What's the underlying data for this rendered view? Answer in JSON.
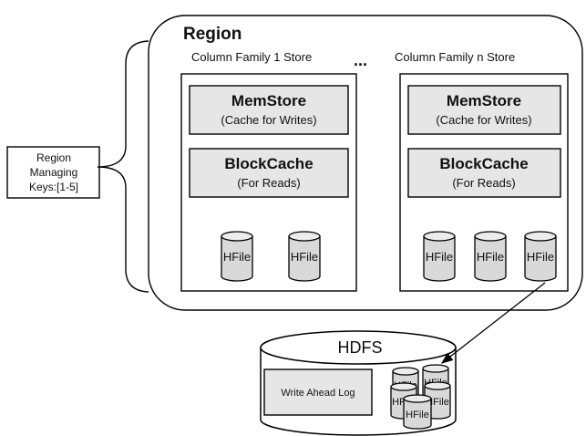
{
  "region": {
    "title": "Region",
    "cf1_label": "Column Family 1 Store",
    "ellipsis": "...",
    "cfn_label": "Column Family n Store"
  },
  "store_left": {
    "memstore_title": "MemStore",
    "memstore_sub": "(Cache for Writes)",
    "blockcache_title": "BlockCache",
    "blockcache_sub": "(For Reads)",
    "hfiles": [
      "HFile",
      "HFile"
    ]
  },
  "store_right": {
    "memstore_title": "MemStore",
    "memstore_sub": "(Cache for Writes)",
    "blockcache_title": "BlockCache",
    "blockcache_sub": "(For Reads)",
    "hfiles": [
      "HFile",
      "HFile",
      "HFile"
    ]
  },
  "keys_box": {
    "line1": "Region",
    "line2": "Managing",
    "line3": "Keys:[1-5]"
  },
  "hdfs": {
    "title": "HDFS",
    "wal_label": "Write Ahead Log",
    "stack_labels": [
      "HFile",
      "HFile",
      "HFile",
      "HFile",
      "HFile"
    ]
  }
}
